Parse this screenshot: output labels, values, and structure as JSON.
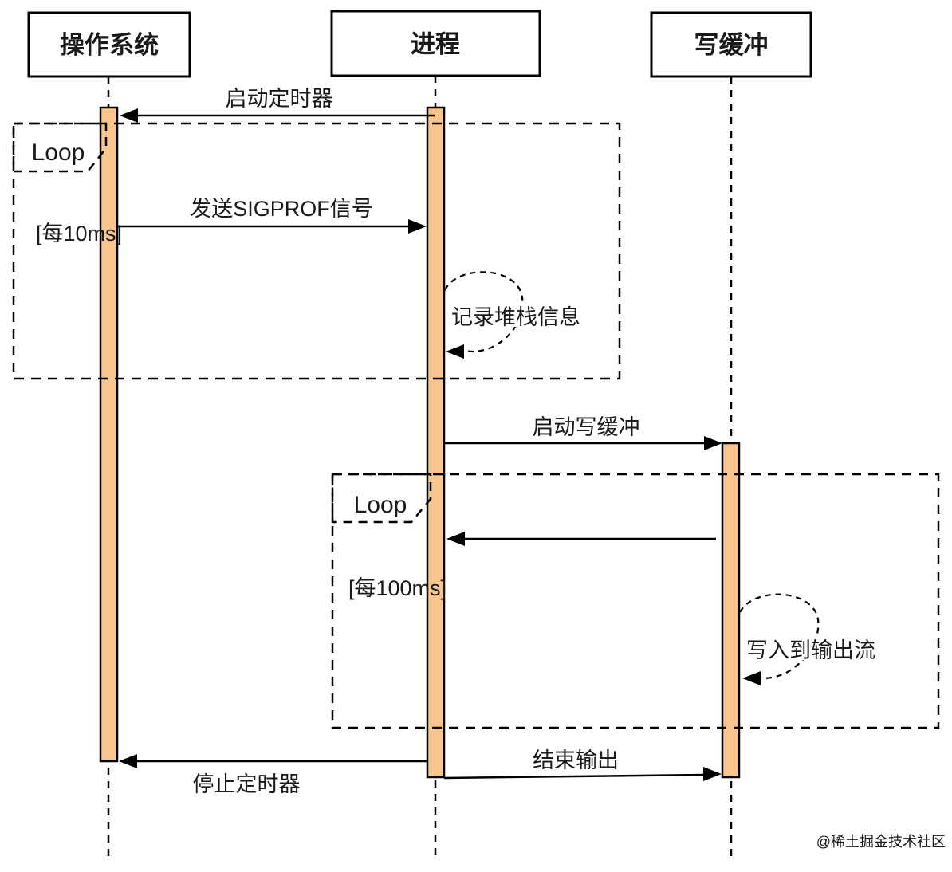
{
  "diagram": {
    "type": "uml-sequence-diagram",
    "actors": [
      {
        "label": "操作系统"
      },
      {
        "label": "进程"
      },
      {
        "label": "写缓冲"
      }
    ],
    "fragments": [
      {
        "operator": "Loop",
        "guard": "[每10ms]"
      },
      {
        "operator": "Loop",
        "guard": "[每100ms]"
      }
    ],
    "messages": {
      "start_timer": "启动定时器",
      "send_sigprof": "发送SIGPROF信号",
      "record_stack": "记录堆栈信息",
      "start_write_buffer": "启动写缓冲",
      "write_to_output": "写入到输出流",
      "end_output": "结束输出",
      "stop_timer": "停止定时器"
    },
    "watermark": "@稀土掘金技术社区",
    "colors": {
      "activation_fill": "#F7C58D",
      "stroke": "#000000",
      "watermark": "#C9C9C9"
    }
  }
}
